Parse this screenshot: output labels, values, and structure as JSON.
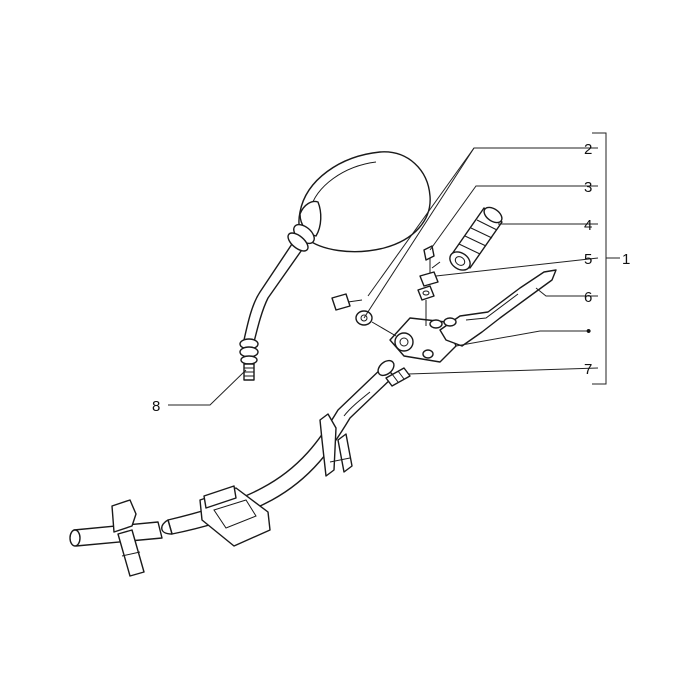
{
  "diagram": {
    "callouts": [
      {
        "id": "c1",
        "label": "1"
      },
      {
        "id": "c2",
        "label": "2"
      },
      {
        "id": "c3",
        "label": "3"
      },
      {
        "id": "c4",
        "label": "4"
      },
      {
        "id": "c5",
        "label": "5"
      },
      {
        "id": "c6",
        "label": "6"
      },
      {
        "id": "c7",
        "label": "7"
      },
      {
        "id": "c8",
        "label": "8"
      },
      {
        "id": "cdot",
        "label": "•"
      }
    ],
    "parts": [
      "rear-view-mirror",
      "clutch-lever-assembly",
      "handle-grip",
      "handlebar",
      "lever",
      "pivot-bolt",
      "nut",
      "washer",
      "screw",
      "cable-adjuster",
      "mirror-stem"
    ]
  }
}
